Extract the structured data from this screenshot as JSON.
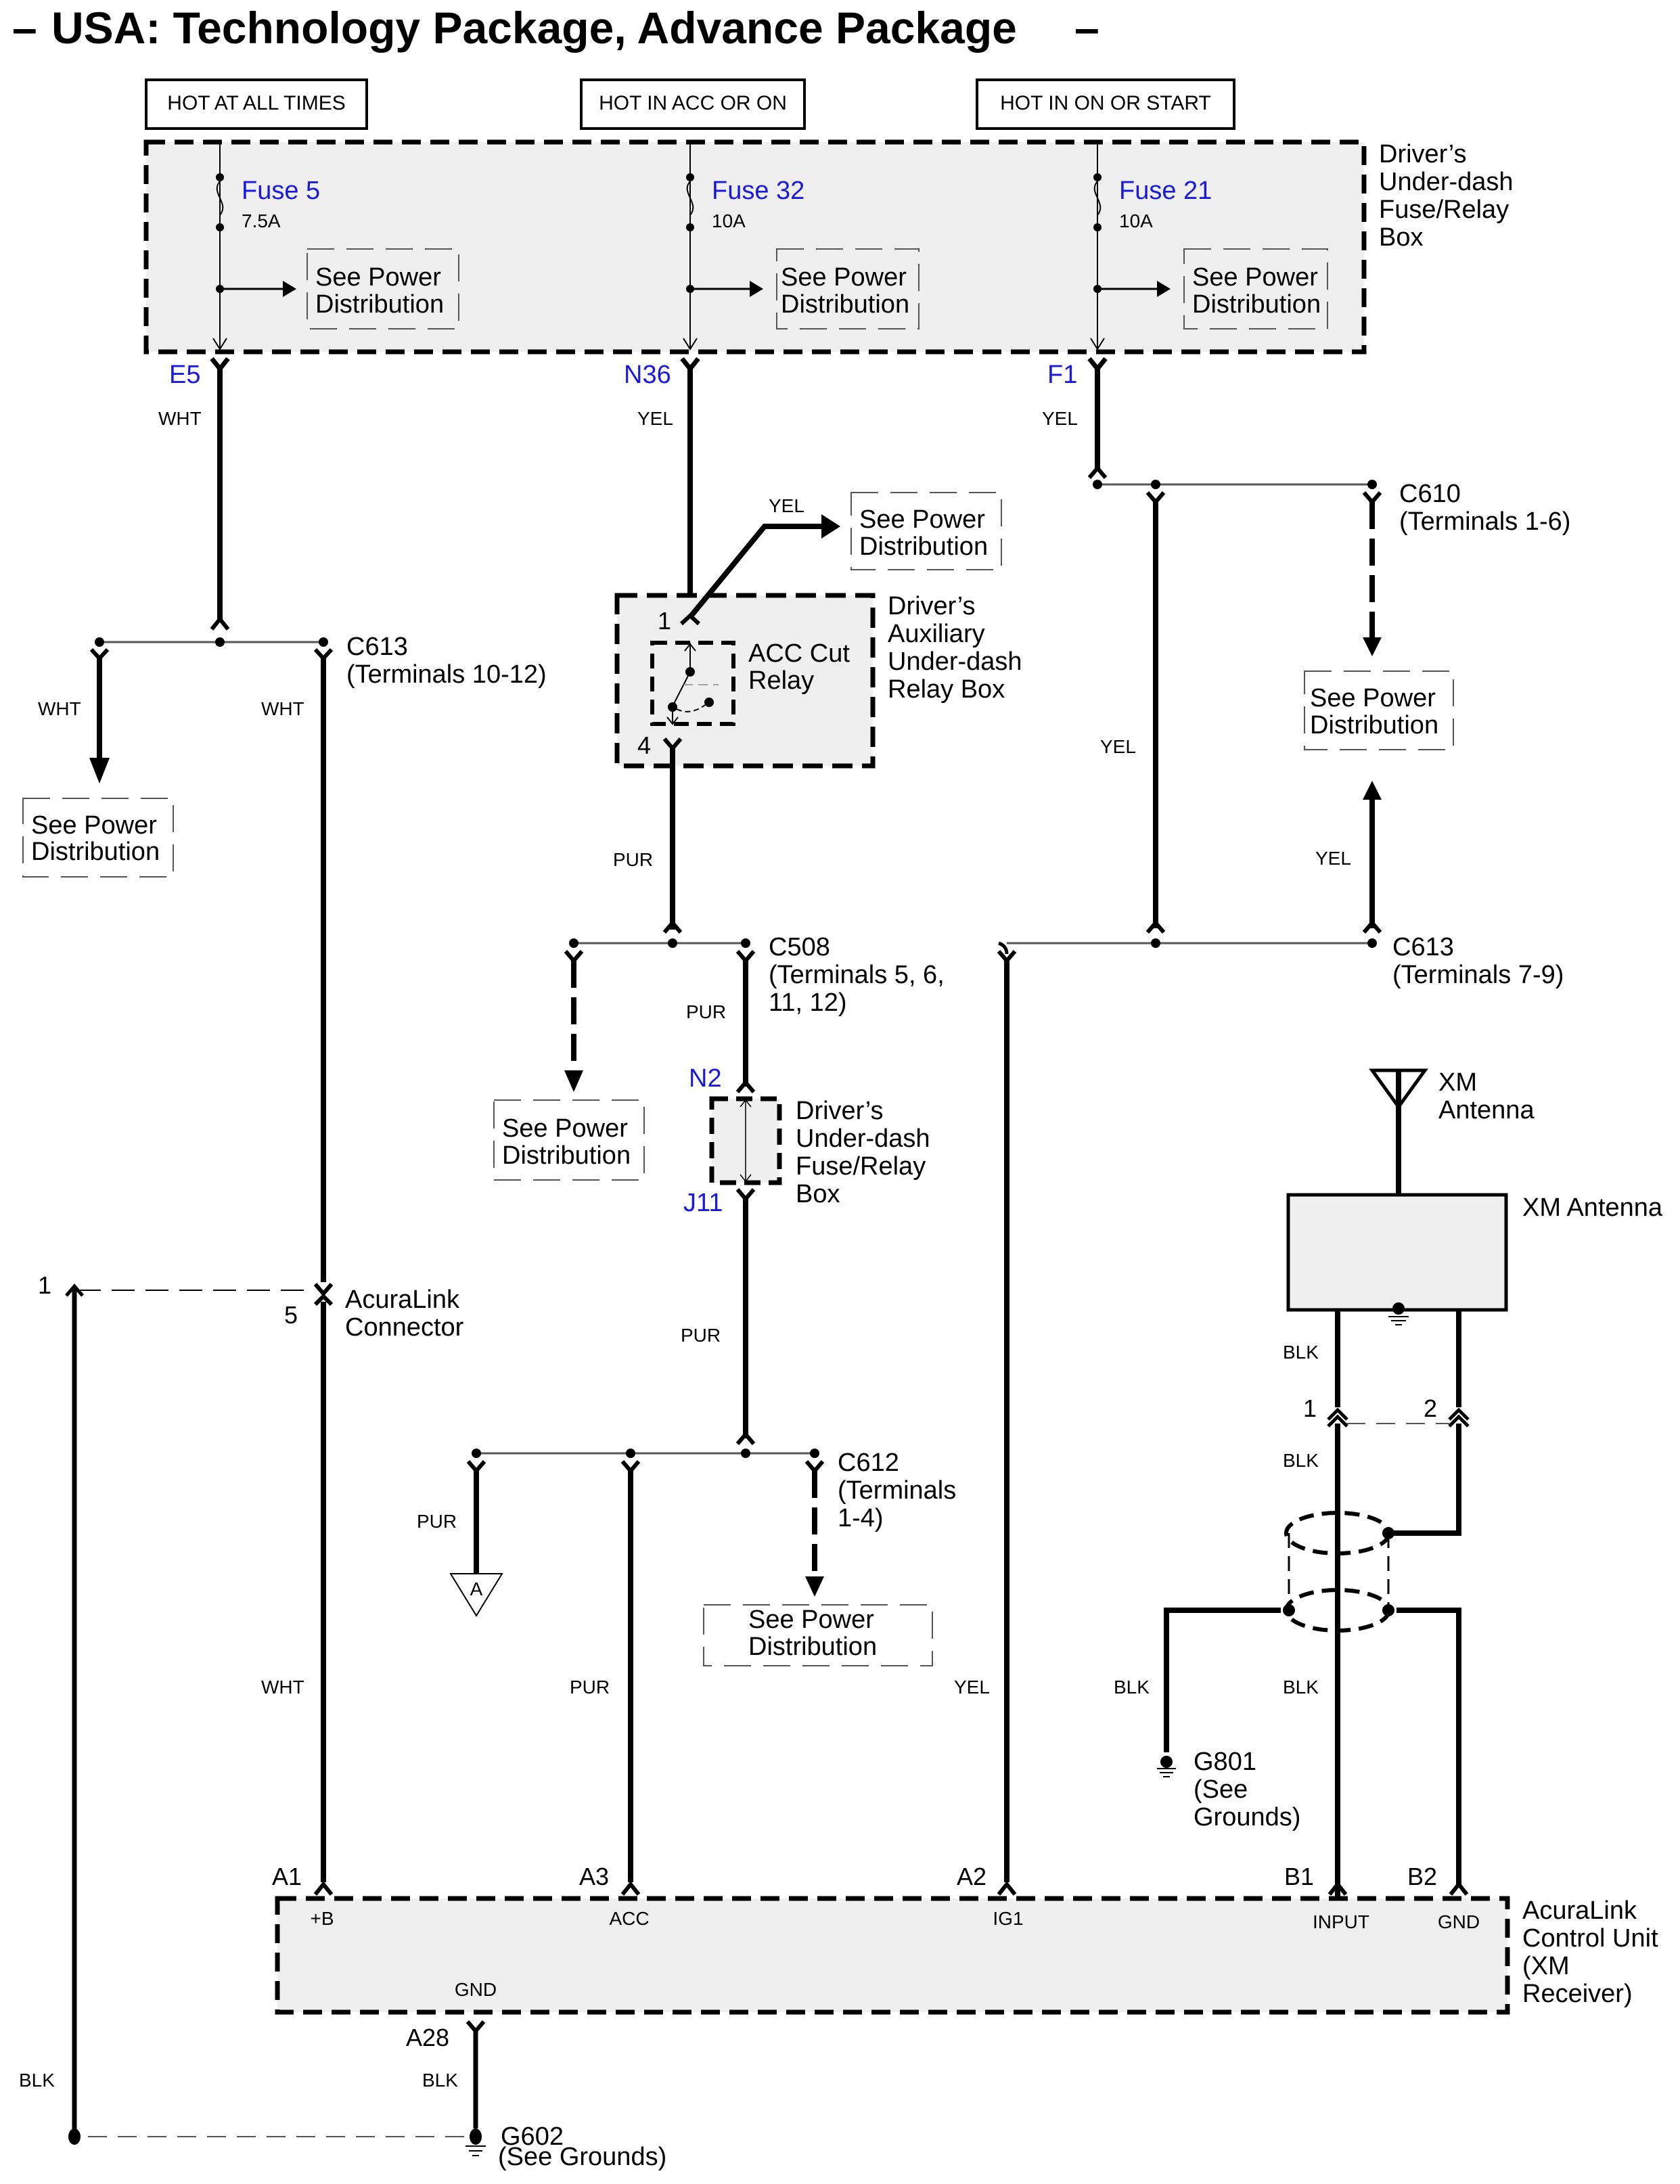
{
  "title": "USA: Technology Package, Advance Package",
  "title_dash_left": "–",
  "title_dash_right": "–",
  "colors": {
    "connector_label": "#1a1adc",
    "box_fill": "#efefef",
    "wire": "#000000"
  },
  "power_sources": [
    {
      "label": "HOT AT ALL TIMES"
    },
    {
      "label": "HOT IN ACC OR ON"
    },
    {
      "label": "HOT IN ON OR START"
    }
  ],
  "fuse_box": {
    "name_lines": [
      "Driver’s",
      "Under-dash",
      "Fuse/Relay",
      "Box"
    ],
    "fuses": [
      {
        "name": "Fuse 5",
        "rating": "7.5A",
        "terminal": "E5"
      },
      {
        "name": "Fuse 32",
        "rating": "10A",
        "terminal": "N36"
      },
      {
        "name": "Fuse 21",
        "rating": "10A",
        "terminal": "F1"
      }
    ]
  },
  "see_power_distribution": [
    "See Power",
    "Distribution"
  ],
  "wire_colors": {
    "wht": "WHT",
    "yel": "YEL",
    "pur": "PUR",
    "blk": "BLK"
  },
  "relay_box": {
    "name_lines": [
      "Driver’s",
      "Auxiliary",
      "Under-dash",
      "Relay Box"
    ],
    "relay_lines": [
      "ACC Cut",
      "Relay"
    ],
    "pin_in": "1",
    "pin_out": "4"
  },
  "connectors": {
    "c613_a": [
      "C613",
      "(Terminals 10-12)"
    ],
    "c610": [
      "C610",
      "(Terminals 1-6)"
    ],
    "c508": [
      "C508",
      "(Terminals 5, 6,",
      "11, 12)"
    ],
    "c613_b": [
      "C613",
      "(Terminals 7-9)"
    ],
    "c612": [
      "C612",
      "(Terminals",
      "1-4)"
    ]
  },
  "underdash_jumper": {
    "name_lines": [
      "Driver’s",
      "Under-dash",
      "Fuse/Relay",
      "Box"
    ],
    "terminal_in": "N2",
    "terminal_out": "J11"
  },
  "acuralink_connector": {
    "name_lines": [
      "AcuraLink",
      "Connector"
    ],
    "pin_left": "1",
    "pin_right": "5"
  },
  "xm_antenna": {
    "symbol_lines": [
      "XM",
      "Antenna"
    ],
    "box_label": "XM Antenna",
    "pin_1": "1",
    "pin_2": "2"
  },
  "offpage_ref": "A",
  "ground_g801": [
    "G801",
    "(See",
    "Grounds)"
  ],
  "ground_g602": [
    "G602",
    "(See Grounds)"
  ],
  "control_unit": {
    "name_lines": [
      "AcuraLink",
      "Control Unit",
      "(XM",
      "Receiver)"
    ],
    "pins": [
      {
        "id": "A1",
        "signal": "+B"
      },
      {
        "id": "A3",
        "signal": "ACC"
      },
      {
        "id": "A2",
        "signal": "IG1"
      },
      {
        "id": "B1",
        "signal": "INPUT"
      },
      {
        "id": "B2",
        "signal": "GND"
      },
      {
        "id": "A28",
        "signal": "GND"
      }
    ]
  }
}
